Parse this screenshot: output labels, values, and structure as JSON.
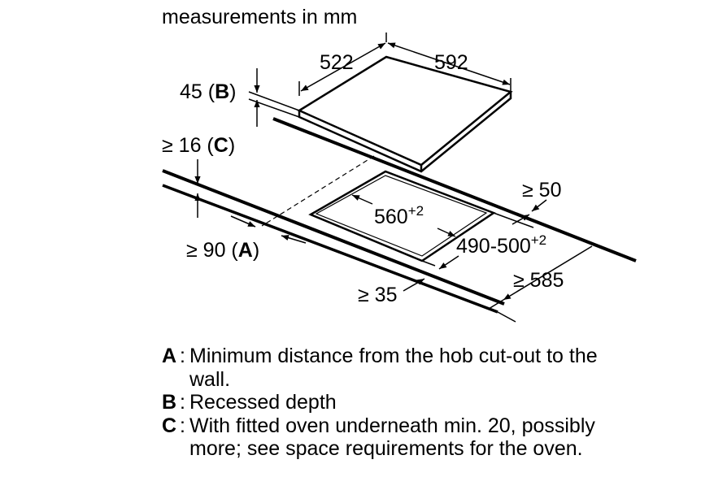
{
  "title": "measurements in mm",
  "dimensions": {
    "hob_depth": "522",
    "hob_width": "592",
    "recessed_depth_value": "45 (",
    "recessed_depth_key": "B",
    "recessed_depth_close": ")",
    "oven_gap_value": "≥ 16 (",
    "oven_gap_key": "C",
    "oven_gap_close": ")",
    "wall_distance_value": "≥ 90 (",
    "wall_distance_key": "A",
    "wall_distance_close": ")",
    "cutout_width": "560",
    "cutout_width_tol": "+2",
    "cutout_depth": "490-500",
    "cutout_depth_tol": "+2",
    "side_clearance": "≥ 50",
    "worktop_depth": "≥ 585",
    "front_clearance": "≥ 35"
  },
  "legend": [
    {
      "key": "A",
      "text": "Minimum distance from the hob cut-out to the wall."
    },
    {
      "key": "B",
      "text": "Recessed depth"
    },
    {
      "key": "C",
      "text": "With fitted oven underneath min. 20, possibly more; see space requirements for the oven."
    }
  ]
}
